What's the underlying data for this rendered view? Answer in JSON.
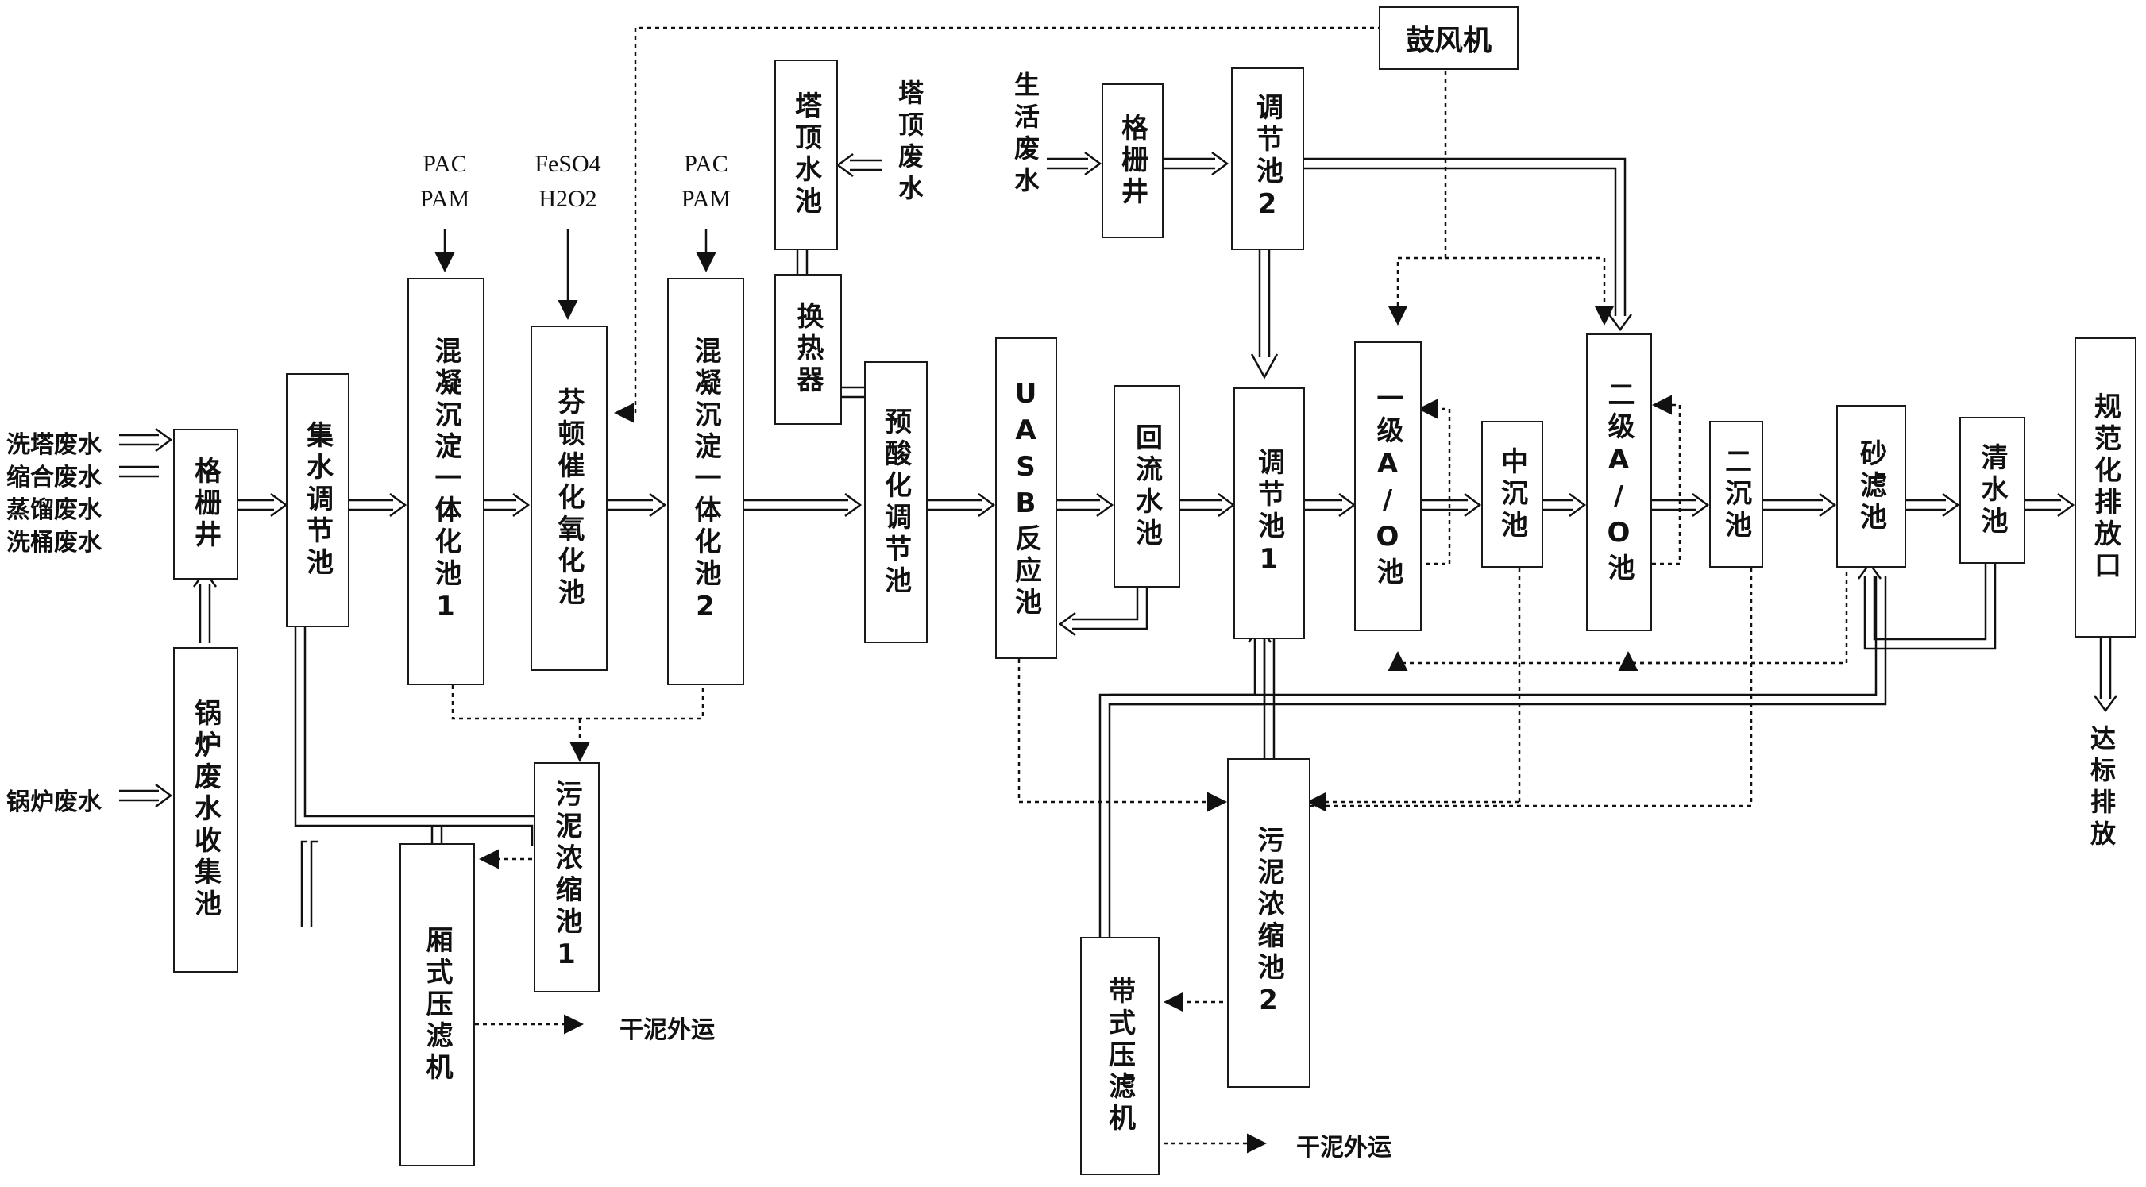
{
  "nodes": {
    "grid_well_1": "格栅井",
    "collect_tank": "集水调节池",
    "coag_1": "混凝沉淀一体化池1",
    "fenton": "芬顿催化氧化池",
    "coag_2": "混凝沉淀一体化池2",
    "tower_tank": "塔顶水池",
    "heat_exchanger": "换热器",
    "preacid": "预酸化调节池",
    "uasb": "UASB反应池",
    "reflux": "回流水池",
    "grid_well_2": "格栅井",
    "adjust_2": "调节池2",
    "adjust_1": "调节池1",
    "ao_1": "一级A/O池",
    "mid_settle": "中沉池",
    "ao_2": "二级A/O池",
    "sec_settle": "二沉池",
    "sand_filter": "砂滤池",
    "clear_water": "清水池",
    "outlet": "规范化排放口",
    "blower": "鼓风机",
    "boiler_tank": "锅炉废水收集池",
    "sludge_1": "污泥浓缩池1",
    "sludge_2": "污泥浓缩池2",
    "press_1": "厢式压滤机",
    "press_2": "带式压滤机"
  },
  "inputs": {
    "wash_tower": "洗塔废水",
    "shrink": "缩合废水",
    "distill": "蒸馏废水",
    "wash_bucket": "洗桶废水",
    "boiler": "锅炉废水",
    "tower_top": "塔顶废水",
    "domestic": "生活废水"
  },
  "chemicals": {
    "pac_1": "PAC",
    "pam_1": "PAM",
    "feso4": "FeSO4",
    "h2o2": "H2O2",
    "pac_2": "PAC",
    "pam_2": "PAM"
  },
  "outputs": {
    "dry_sludge_1": "干泥外运",
    "dry_sludge_2": "干泥外运",
    "discharge": "达标排放"
  }
}
